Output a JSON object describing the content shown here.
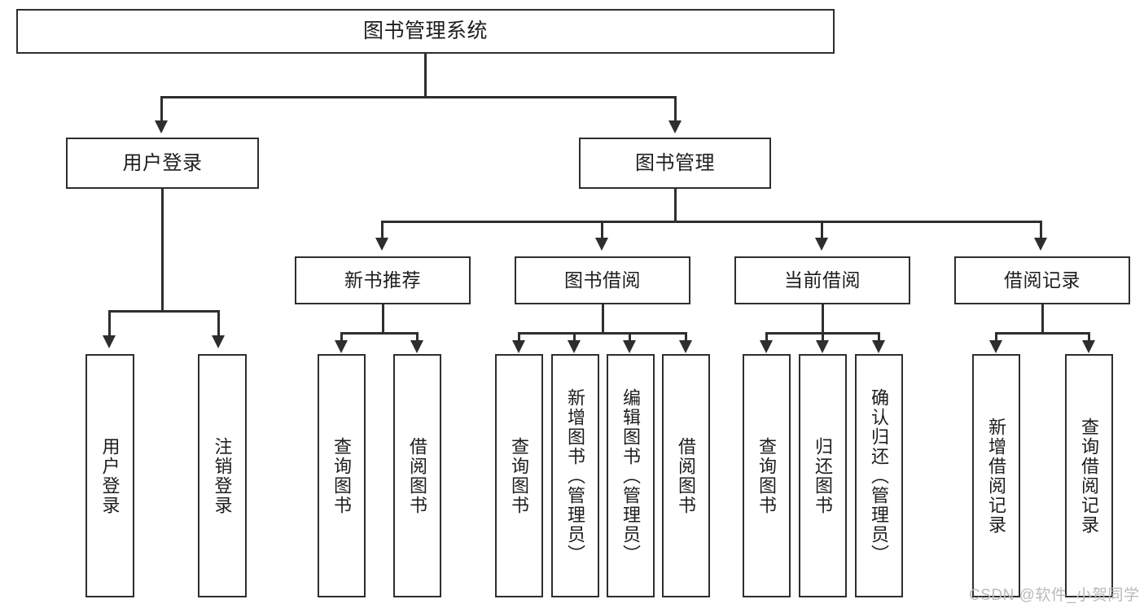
{
  "diagram": {
    "title_box": {
      "label": "图书管理系统"
    },
    "level2": [
      {
        "id": "user-login",
        "label": "用户登录"
      },
      {
        "id": "book-management",
        "label": "图书管理"
      }
    ],
    "level3": [
      {
        "id": "new-book-recommend",
        "label": "新书推荐"
      },
      {
        "id": "book-borrow",
        "label": "图书借阅"
      },
      {
        "id": "current-borrow",
        "label": "当前借阅"
      },
      {
        "id": "borrow-records",
        "label": "借阅记录"
      }
    ],
    "leaves": {
      "user_login": [
        {
          "id": "leaf-user-login",
          "label": "用户登录"
        },
        {
          "id": "leaf-logout",
          "label": "注销登录"
        }
      ],
      "new_book_recommend": [
        {
          "id": "leaf-query-book-1",
          "label": "查询图书"
        },
        {
          "id": "leaf-borrow-book-1",
          "label": "借阅图书"
        }
      ],
      "book_borrow": [
        {
          "id": "leaf-query-book-2",
          "label": "查询图书"
        },
        {
          "id": "leaf-add-book",
          "label": "新增图书（管理员）"
        },
        {
          "id": "leaf-edit-book",
          "label": "编辑图书（管理员）"
        },
        {
          "id": "leaf-borrow-book-2",
          "label": "借阅图书"
        }
      ],
      "current_borrow": [
        {
          "id": "leaf-query-book-3",
          "label": "查询图书"
        },
        {
          "id": "leaf-return-book",
          "label": "归还图书"
        },
        {
          "id": "leaf-confirm-return",
          "label": "确认归还（管理员）"
        }
      ],
      "borrow_records": [
        {
          "id": "leaf-add-record",
          "label": "新增借阅记录"
        },
        {
          "id": "leaf-query-record",
          "label": "查询借阅记录"
        }
      ]
    }
  },
  "watermark": {
    "text": "CSDN @软件_小贺同学"
  },
  "colors": {
    "stroke": "#2e2e2e",
    "background": "#ffffff",
    "text": "#1d1d1d",
    "watermark": "#b9b9b9"
  }
}
